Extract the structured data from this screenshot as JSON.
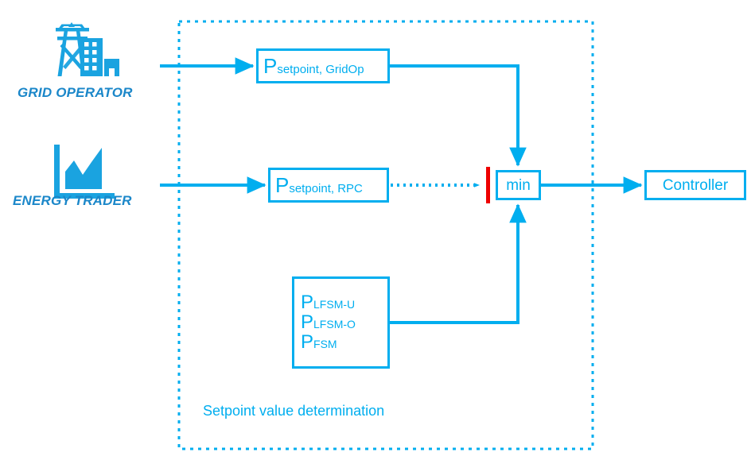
{
  "diagram": {
    "title": "Setpoint value determination",
    "colors": {
      "accent": "#00aeef",
      "label_blue": "#1b87c9",
      "blocking_red": "#ee0000",
      "background": "#ffffff"
    },
    "region": {
      "caption": "Setpoint value determination",
      "border_style": "dotted"
    },
    "actors": [
      {
        "id": "grid-operator",
        "label": "GRID OPERATOR",
        "icon": "transmission-tower-building-icon"
      },
      {
        "id": "energy-trader",
        "label": "ENERGY TRADER",
        "icon": "market-chart-icon"
      }
    ],
    "blocks": [
      {
        "id": "p-setpoint-gridop",
        "symbol": "P",
        "subscript": "setpoint, GridOp"
      },
      {
        "id": "p-setpoint-rpc",
        "symbol": "P",
        "subscript": "setpoint, RPC"
      },
      {
        "id": "p-lfsm",
        "lines": [
          {
            "symbol": "P",
            "subscript": "LFSM-U"
          },
          {
            "symbol": "P",
            "subscript": "LFSM-O"
          },
          {
            "symbol": "P",
            "subscript": "FSM"
          }
        ]
      },
      {
        "id": "min",
        "label": "min"
      },
      {
        "id": "controller",
        "label": "Controller"
      }
    ],
    "connectors": [
      {
        "id": "gridop-to-box",
        "style": "solid",
        "arrow": true
      },
      {
        "id": "gridop-box-to-min",
        "style": "solid",
        "arrow": true
      },
      {
        "id": "trader-to-box",
        "style": "solid",
        "arrow": true
      },
      {
        "id": "rpc-box-to-blocking-bar",
        "style": "dotted",
        "arrow": true
      },
      {
        "id": "lfsm-box-to-min",
        "style": "solid",
        "arrow": true
      },
      {
        "id": "min-to-controller",
        "style": "solid",
        "arrow": true
      }
    ]
  }
}
